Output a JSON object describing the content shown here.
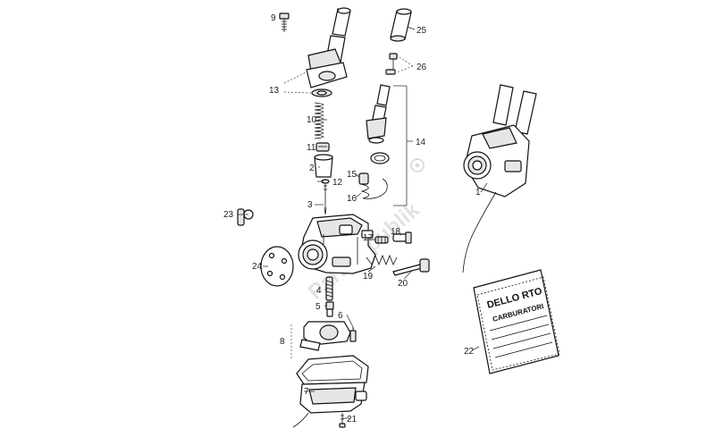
{
  "watermark": "Partsrepublik",
  "bag": {
    "line1": "DELLO RTO",
    "line2": "CARBURATORI"
  },
  "labels": {
    "l1": "1",
    "l2": "2",
    "l3": "3",
    "l4": "4",
    "l5": "5",
    "l6": "6",
    "l7": "7",
    "l8": "8",
    "l9": "9",
    "l10": "10",
    "l11": "11",
    "l12": "12",
    "l13": "13",
    "l14": "14",
    "l15": "15",
    "l16": "16",
    "l17": "17",
    "l18": "18",
    "l19": "19",
    "l20": "20",
    "l21": "21",
    "l22": "22",
    "l23": "23",
    "l24": "24",
    "l25": "25",
    "l26": "26"
  }
}
